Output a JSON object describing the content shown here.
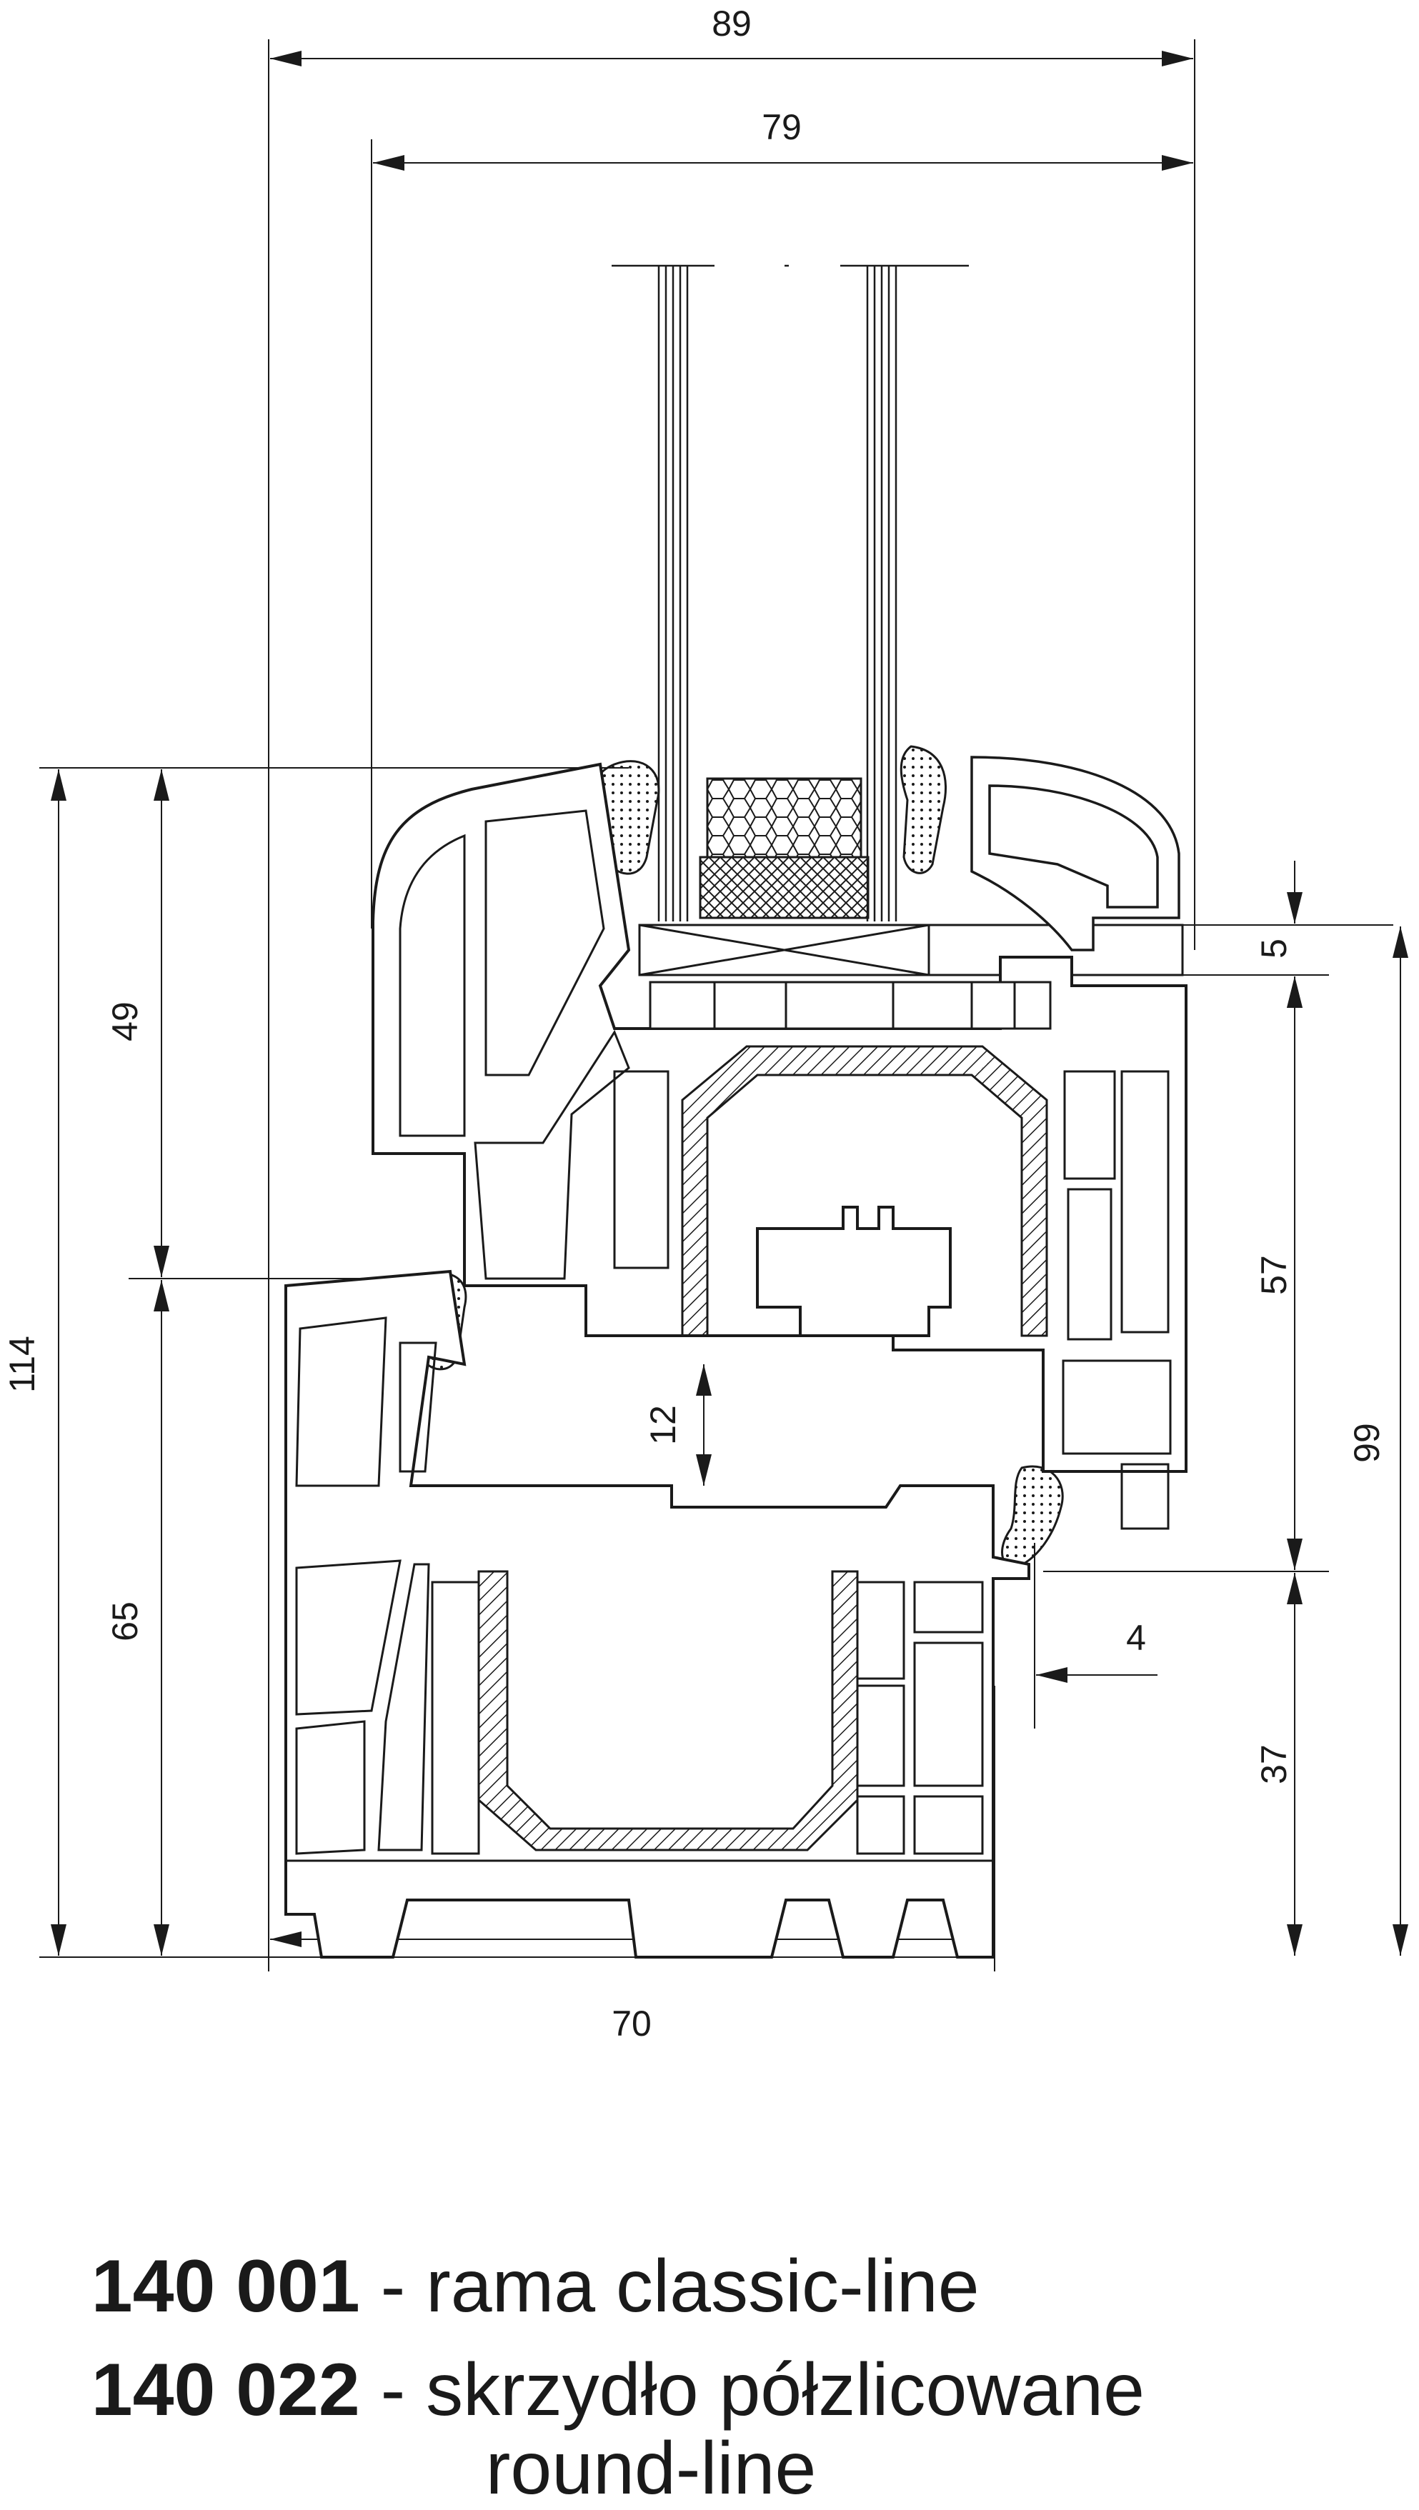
{
  "dimensions": {
    "overall_width": "89",
    "sash_width": "79",
    "frame_width": "70",
    "total_height": "114",
    "sash_height": "49",
    "frame_height": "65",
    "glass_offset": "5",
    "sash_body_height": "57",
    "visible_height": "99",
    "frame_rebate": "37",
    "sash_overlap": "12",
    "gap": "4"
  },
  "captions": [
    {
      "code": "140 001",
      "separator": " - ",
      "description": "rama classic-line"
    },
    {
      "code": "140 022",
      "separator": " - ",
      "description": "skrzydło półzlicowane"
    },
    {
      "code": "",
      "separator": "",
      "description": "round-line"
    }
  ],
  "colors": {
    "ink": "#1a1a1a",
    "background": "#ffffff"
  }
}
